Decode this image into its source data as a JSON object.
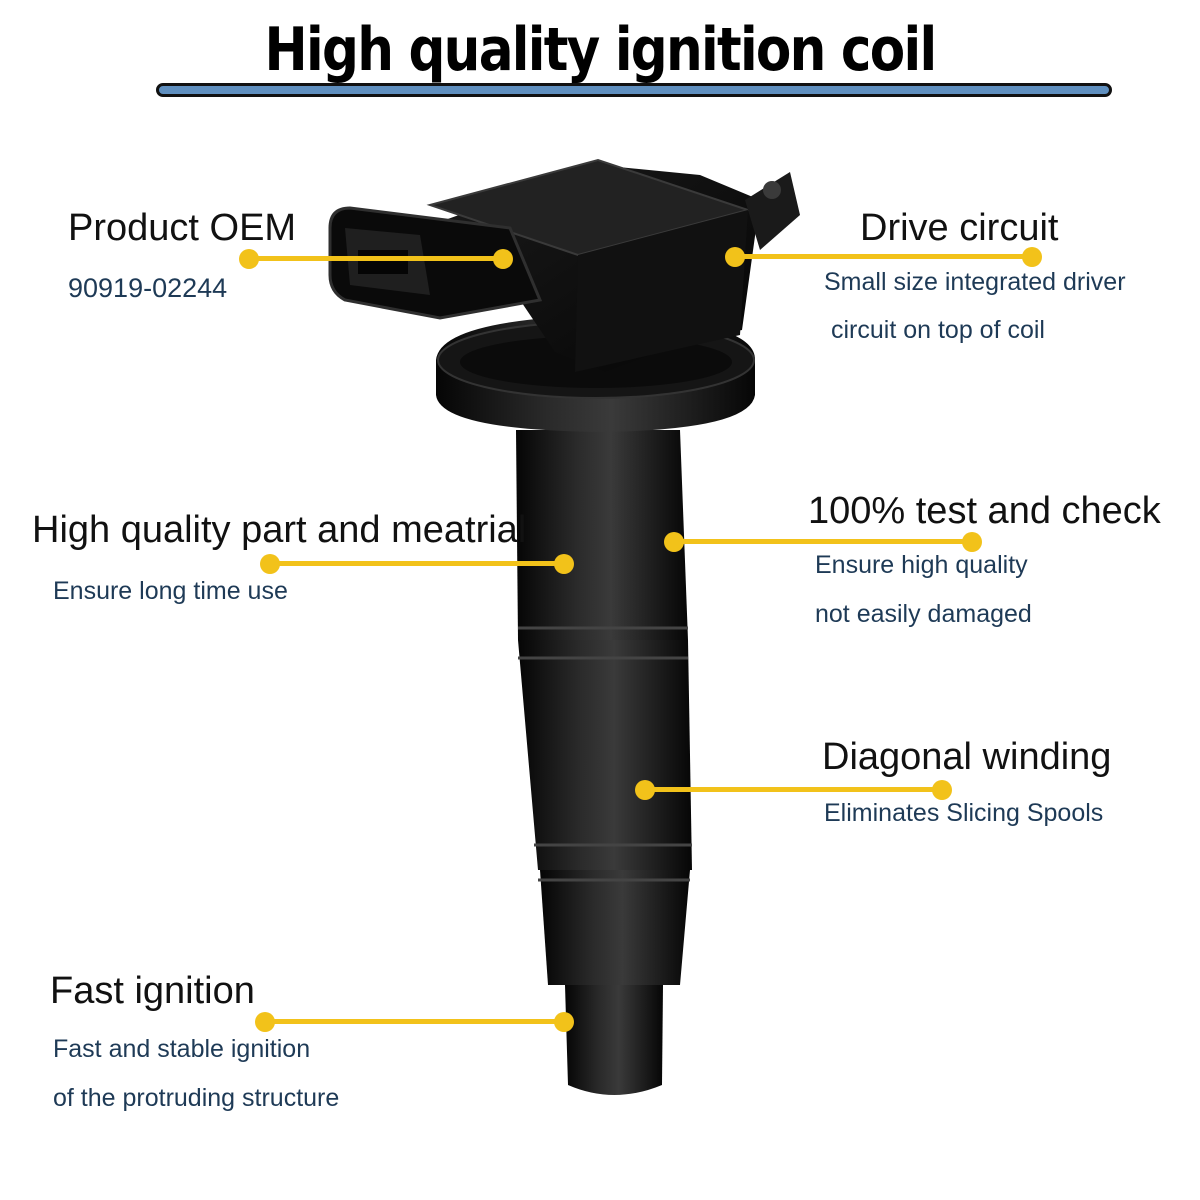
{
  "title": "High quality ignition coil",
  "colors": {
    "accent": "#f2c21a",
    "bar": "#5f8fbf",
    "subtext": "#1e3a56"
  },
  "features": [
    {
      "title": "Product OEM",
      "lines": [
        "90919-02244"
      ]
    },
    {
      "title": "Drive circuit",
      "lines": [
        "Small size integrated driver",
        "circuit on top of coil"
      ]
    },
    {
      "title": "High quality part and meatrial",
      "lines": [
        "Ensure long time use"
      ]
    },
    {
      "title": "100% test and check",
      "lines": [
        "Ensure high quality",
        "not easily damaged"
      ]
    },
    {
      "title": "Diagonal winding",
      "lines": [
        "Eliminates Slicing Spools"
      ]
    },
    {
      "title": "Fast ignition",
      "lines": [
        "Fast and stable ignition",
        "of the protruding structure"
      ]
    }
  ]
}
